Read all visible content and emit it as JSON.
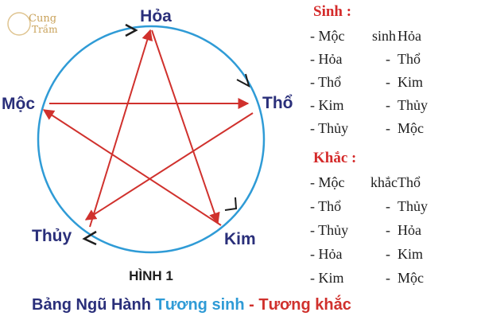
{
  "diagram": {
    "nodes": {
      "hoa": "Hỏa",
      "tho": "Thổ",
      "kim": "Kim",
      "thuy": "Thủy",
      "moc": "Mộc"
    },
    "figure_label": "HÌNH 1",
    "colors": {
      "circle": "#2f9bd6",
      "arrows": "#d0312d",
      "node_text": "#2a2f7a"
    }
  },
  "watermark": {
    "line1": "Cung",
    "line2": "Trầm"
  },
  "sinh": {
    "title": "Sinh :",
    "rows": [
      {
        "from": "- Mộc",
        "rel": "sinh",
        "to": "Hỏa"
      },
      {
        "from": "- Hỏa",
        "rel": "-",
        "to": "Thổ"
      },
      {
        "from": "- Thổ",
        "rel": "-",
        "to": "Kim"
      },
      {
        "from": "- Kim",
        "rel": "-",
        "to": "Thủy"
      },
      {
        "from": "- Thủy",
        "rel": "-",
        "to": "Mộc"
      }
    ]
  },
  "khac": {
    "title": "Khắc :",
    "rows": [
      {
        "from": "- Mộc",
        "rel": "khắc",
        "to": "Thổ"
      },
      {
        "from": "- Thổ",
        "rel": "-",
        "to": "Thủy"
      },
      {
        "from": "- Thủy",
        "rel": "-",
        "to": "Hỏa"
      },
      {
        "from": "- Hỏa",
        "rel": "-",
        "to": "Kim"
      },
      {
        "from": "- Kim",
        "rel": "-",
        "to": "Mộc"
      }
    ]
  },
  "footer": {
    "part1": "Bảng Ngũ Hành ",
    "part2": "Tương sinh",
    "part3": " - ",
    "part4": "Tương khắc",
    "colors": {
      "part1": "#2a2f7a",
      "part2": "#2f9bd6",
      "part3": "#d0312d",
      "part4": "#d0312d"
    }
  }
}
